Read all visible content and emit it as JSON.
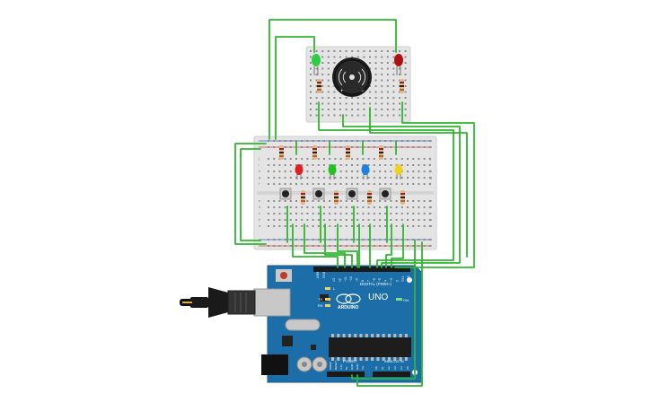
{
  "arduino": {
    "brand": "ARDUINO",
    "model": "UNO",
    "digital_label": "DIGITAL (PWM~)",
    "power_label": "POWER",
    "analog_label": "ANALOG IN",
    "on_label": "ON",
    "aref_label": "AREF",
    "gnd_label": "GND",
    "tx_label": "TX",
    "rx_label": "RX",
    "l_label": "L",
    "digital_pins": [
      "13",
      "12",
      "~11",
      "~10",
      "~9",
      "8",
      "7",
      "~6",
      "~5",
      "4",
      "~3",
      "2",
      "TX1",
      "RX0"
    ],
    "power_pins": [
      "IOREF",
      "RESET",
      "3.3V",
      "5V",
      "GND",
      "GND",
      "Vin"
    ],
    "analog_pins": [
      "A0",
      "A1",
      "A2",
      "A3",
      "A4",
      "A5"
    ]
  },
  "main_breadboard": {
    "row_letters": [
      "j",
      "i",
      "h",
      "g",
      "f",
      "e",
      "d",
      "c",
      "b",
      "a"
    ],
    "leds": [
      {
        "color": "#e02020",
        "name": "red"
      },
      {
        "color": "#20c020",
        "name": "green"
      },
      {
        "color": "#2080e0",
        "name": "blue"
      },
      {
        "color": "#f0d020",
        "name": "yellow"
      }
    ]
  },
  "small_breadboard": {
    "leds": [
      {
        "color": "#2ecc40",
        "name": "green"
      },
      {
        "color": "#b01010",
        "name": "red"
      }
    ]
  },
  "buzzer": {
    "plus": "+",
    "minus": "−"
  },
  "colors": {
    "wire": "#2eb82e",
    "board": "#1c6ea8",
    "breadboard": "#e4e4e4",
    "hole": "#8c8c8c",
    "rail_red": "#d84040",
    "rail_blue": "#4060c0"
  }
}
